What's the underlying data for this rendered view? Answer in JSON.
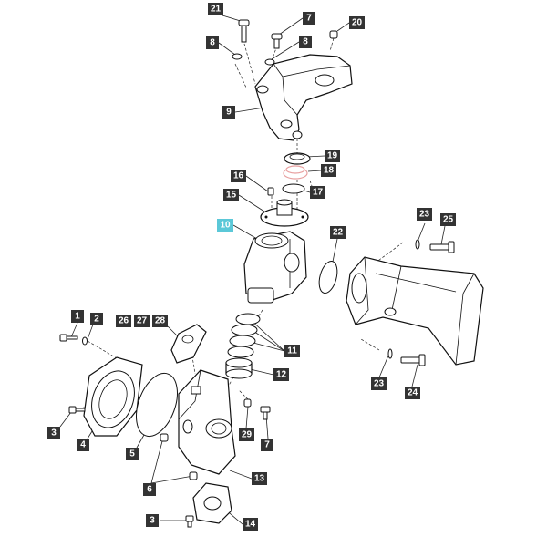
{
  "diagram": {
    "callouts": [
      {
        "id": "c21",
        "text": "21",
        "highlight": false
      },
      {
        "id": "c7a",
        "text": "7",
        "highlight": false
      },
      {
        "id": "c20",
        "text": "20",
        "highlight": false
      },
      {
        "id": "c8a",
        "text": "8",
        "highlight": false
      },
      {
        "id": "c8b",
        "text": "8",
        "highlight": false
      },
      {
        "id": "c9",
        "text": "9",
        "highlight": false
      },
      {
        "id": "c19",
        "text": "19",
        "highlight": false
      },
      {
        "id": "c18",
        "text": "18",
        "highlight": false
      },
      {
        "id": "c16",
        "text": "16",
        "highlight": false
      },
      {
        "id": "c17",
        "text": "17",
        "highlight": false
      },
      {
        "id": "c15",
        "text": "15",
        "highlight": false
      },
      {
        "id": "c10",
        "text": "10",
        "highlight": true
      },
      {
        "id": "c22",
        "text": "22",
        "highlight": false
      },
      {
        "id": "c23a",
        "text": "23",
        "highlight": false
      },
      {
        "id": "c25",
        "text": "25",
        "highlight": false
      },
      {
        "id": "c1",
        "text": "1",
        "highlight": false
      },
      {
        "id": "c2",
        "text": "2",
        "highlight": false
      },
      {
        "id": "c26",
        "text": "26",
        "highlight": false
      },
      {
        "id": "c27",
        "text": "27",
        "highlight": false
      },
      {
        "id": "c28",
        "text": "28",
        "highlight": false
      },
      {
        "id": "c11",
        "text": "11",
        "highlight": false
      },
      {
        "id": "c12",
        "text": "12",
        "highlight": false
      },
      {
        "id": "c23b",
        "text": "23",
        "highlight": false
      },
      {
        "id": "c24",
        "text": "24",
        "highlight": false
      },
      {
        "id": "c3a",
        "text": "3",
        "highlight": false
      },
      {
        "id": "c4",
        "text": "4",
        "highlight": false
      },
      {
        "id": "c5",
        "text": "5",
        "highlight": false
      },
      {
        "id": "c29",
        "text": "29",
        "highlight": false
      },
      {
        "id": "c7b",
        "text": "7",
        "highlight": false
      },
      {
        "id": "c13",
        "text": "13",
        "highlight": false
      },
      {
        "id": "c6",
        "text": "6",
        "highlight": false
      },
      {
        "id": "c3b",
        "text": "3",
        "highlight": false
      },
      {
        "id": "c14",
        "text": "14",
        "highlight": false
      }
    ],
    "colors": {
      "label_bg": "#333333",
      "label_highlight_bg": "#5bc8d8",
      "label_text": "#ffffff"
    }
  }
}
